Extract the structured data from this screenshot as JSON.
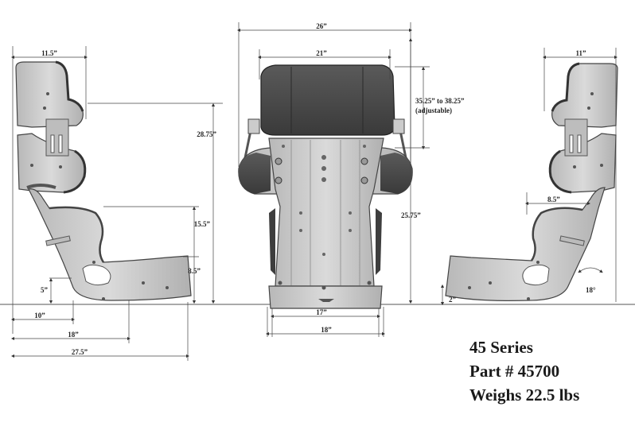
{
  "dimensions": {
    "side_width": "11.5”",
    "back_width": "26”",
    "shoulder_width": "21”",
    "right_width": "11”",
    "side_height": "28.75”",
    "shoulder_height": "35.25” to 38.25”",
    "adjustable": "(adjustable)",
    "seat_height": "15.5”",
    "front_height": "8.5”",
    "bottom_rise": "5”",
    "back_depth": "10”",
    "seat_depth": "18”",
    "total_depth": "27.5”",
    "bottom_width": "17”",
    "outer_bottom_width": "18”",
    "back_height": "25.75”",
    "recline_depth": "8.5”",
    "recline_angle": "18°",
    "floor_offset": "2”"
  },
  "caption": {
    "series": "45 Series",
    "part": "Part # 45700",
    "weight": "Weighs 22.5 lbs"
  },
  "colors": {
    "seat_fill": "#c9c9c9",
    "seat_dark": "#9e9e9e",
    "pad": "#4a4a4a",
    "line": "#333333"
  }
}
